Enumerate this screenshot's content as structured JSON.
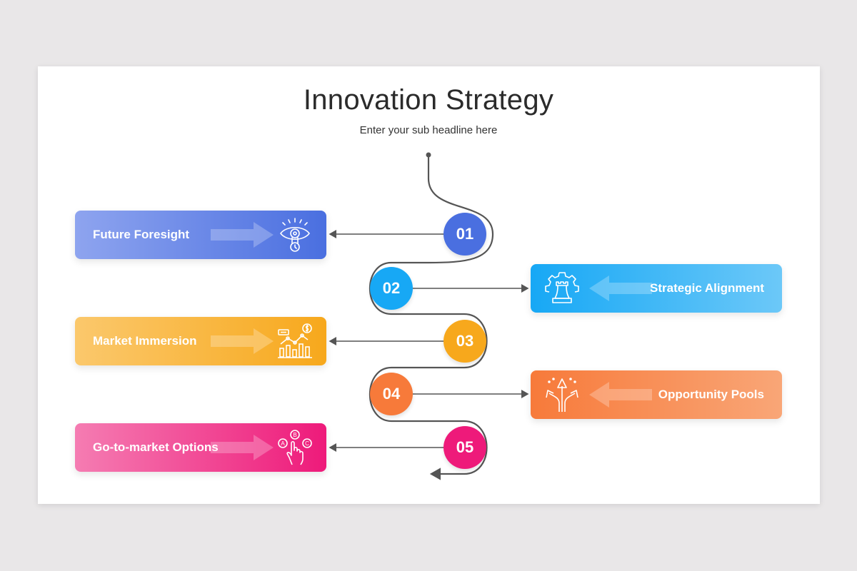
{
  "slide": {
    "title": "Innovation Strategy",
    "subtitle": "Enter your sub headline here"
  },
  "steps": [
    {
      "number": "01",
      "label": "Future Foresight",
      "side": "left",
      "icon": "eye-icon",
      "color": "#4a6fe0",
      "color_light": "#8ea4ef"
    },
    {
      "number": "02",
      "label": "Strategic Alignment",
      "side": "right",
      "icon": "gear-chess-icon",
      "color": "#17a8f5",
      "color_light": "#6cc8f8"
    },
    {
      "number": "03",
      "label": "Market Immersion",
      "side": "left",
      "icon": "chart-dollar-icon",
      "color": "#f7a81c",
      "color_light": "#fbc86c"
    },
    {
      "number": "04",
      "label": "Opportunity Pools",
      "side": "right",
      "icon": "split-arrows-icon",
      "color": "#f77a3a",
      "color_light": "#f9a677"
    },
    {
      "number": "05",
      "label": "Go-to-market Options",
      "side": "left",
      "icon": "choice-hand-icon",
      "color": "#ee1a7a",
      "color_light": "#f57cb2"
    }
  ],
  "colors": {
    "path": "#555555",
    "background": "#e9e7e8",
    "slide": "#ffffff"
  }
}
